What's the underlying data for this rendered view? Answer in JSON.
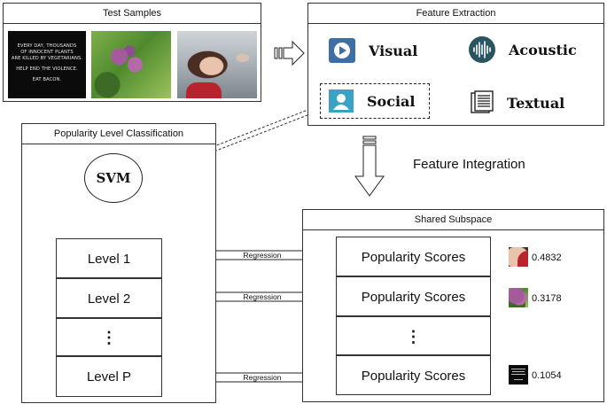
{
  "test_samples": {
    "title": "Test Samples",
    "text_image_lines": [
      "EVERY DAY, THOUSANDS",
      "OF INNOCENT PLANTS",
      "ARE KILLED BY VEGETARIANS.",
      "",
      "HELP END THE VIOLENCE.",
      "",
      "EAT BACON."
    ]
  },
  "feature_extraction": {
    "title": "Feature Extraction",
    "visual": "Visual",
    "acoustic": "Acoustic",
    "social": "Social",
    "textual": "Textual"
  },
  "feature_integration": "Feature Integration",
  "classification": {
    "title": "Popularity Level Classification",
    "svm": "SVM",
    "levels": [
      "Level 1",
      "Level 2",
      "⋮",
      "Level P"
    ]
  },
  "regression_label": "Regression",
  "shared_subspace": {
    "title": "Shared Subspace",
    "scores": [
      "Popularity Scores",
      "Popularity Scores",
      "⋮",
      "Popularity Scores"
    ],
    "values": [
      "0.4832",
      "0.3178",
      "0.1054"
    ]
  },
  "colors": {
    "visual_icon": "#3c6ea8",
    "acoustic_icon": "#2a5560",
    "social_icon": "#3aa3c5"
  },
  "icons": [
    "play-icon",
    "sound-wave-icon",
    "user-icon",
    "document-icon"
  ]
}
